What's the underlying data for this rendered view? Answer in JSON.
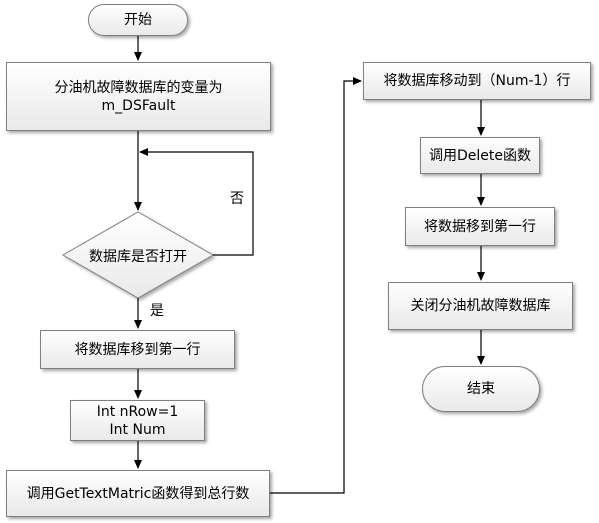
{
  "nodes": {
    "start": "开始",
    "var_line1": "分油机故障数据库的变量为",
    "var_line2": "m_DSFault",
    "decision": "数据库是否打开",
    "move_first_left": "将数据库移到第一行",
    "int_line1": "Int nRow=1",
    "int_line2": "Int Num",
    "get_text": "调用GetTextMatric函数得到总行数",
    "move_num": "将数据库移动到（Num-1）行",
    "delete": "调用Delete函数",
    "move_first_right": "将数据移到第一行",
    "close_db": "关闭分油机故障数据库",
    "end": "结束"
  },
  "edge_labels": {
    "no": "否",
    "yes": "是"
  }
}
